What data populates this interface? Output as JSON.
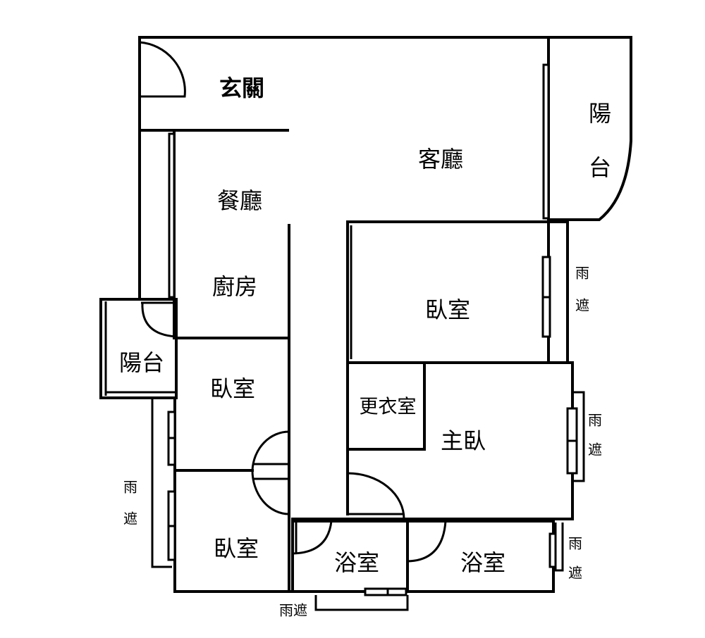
{
  "rooms": {
    "entrance": "玄關",
    "living_room": "客廳",
    "balcony_right_1": "陽",
    "balcony_right_2": "台",
    "dining": "餐廳",
    "kitchen": "廚房",
    "bedroom_upper_right": "臥室",
    "balcony_left": "陽台",
    "bedroom_left_middle": "臥室",
    "walk_in_closet": "更衣室",
    "master_bedroom": "主臥",
    "bedroom_left_lower": "臥室",
    "bathroom_1": "浴室",
    "bathroom_2": "浴室"
  },
  "canopies": {
    "right_upper": [
      "雨",
      "遮"
    ],
    "right_middle": [
      "雨",
      "遮"
    ],
    "left": [
      "雨",
      "遮"
    ],
    "right_lower": [
      "雨",
      "遮"
    ],
    "bottom": "雨遮"
  }
}
